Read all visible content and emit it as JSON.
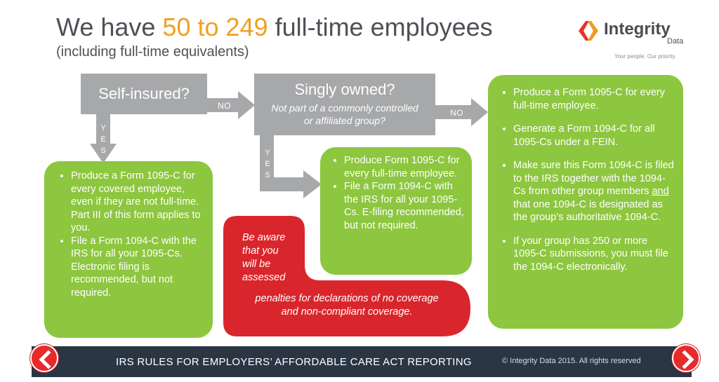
{
  "header": {
    "title_before": "We have ",
    "title_highlight": "50 to 249",
    "title_after": " full-time employees",
    "subtitle": "(including full-time equivalents)"
  },
  "logo": {
    "name": "Integrity",
    "sub": "Data",
    "tagline": "Your people. Our priority."
  },
  "flow": {
    "q1": "Self-insured?",
    "q2_title": "Singly owned?",
    "q2_sub_line1": "Not part of a commonly controlled",
    "q2_sub_line2": "or affiliated group?",
    "no_label": "NO",
    "yes_label": "YES",
    "left_box": [
      "Produce a Form 1095-C for every covered employee, even if they are not full-time. Part III of this form applies to you.",
      "File a Form 1094-C with the IRS for all your 1095-Cs. Electronic filing is recommended, but not required."
    ],
    "mid_box": [
      "Produce Form 1095-C for every full-time employee.",
      "File a Form 1094-C with the IRS for all your 1095-Cs. E-filing recommended, but not required."
    ],
    "right_box": {
      "item1": "Produce a Form 1095-C for every full-time employee.",
      "item2": "Generate a Form 1094-C for all 1095-Cs under a FEIN.",
      "item3_before": "Make sure this Form 1094-C is filed to the IRS together with the 1094-Cs from other group members ",
      "item3_underlined": "and",
      "item3_after": " that one 1094-C is designated as the group’s authoritative 1094-C.",
      "item4": "If your group has 250 or more 1095-C submissions, you must file the 1094-C electronically."
    },
    "warning": {
      "line1": "Be aware",
      "line2": "that you",
      "line3": "will be",
      "line4": "assessed",
      "line5": "penalties for declarations of no coverage",
      "line6": "and non-compliant coverage."
    }
  },
  "footer": {
    "text": "IRS RULES FOR EMPLOYERS’ AFFORDABLE CARE ACT REPORTING",
    "copyright": "© Integrity Data 2015. All rights reserved"
  },
  "colors": {
    "accent": "#f0a020",
    "grey_box": "#a7a8aa",
    "green_box": "#8dc63f",
    "red_box": "#d9262c",
    "footer_bg": "#2b3644",
    "nav_button": "#e82a2a"
  },
  "icons": {
    "prev": "chevron-left-icon",
    "next": "chevron-right-icon"
  }
}
